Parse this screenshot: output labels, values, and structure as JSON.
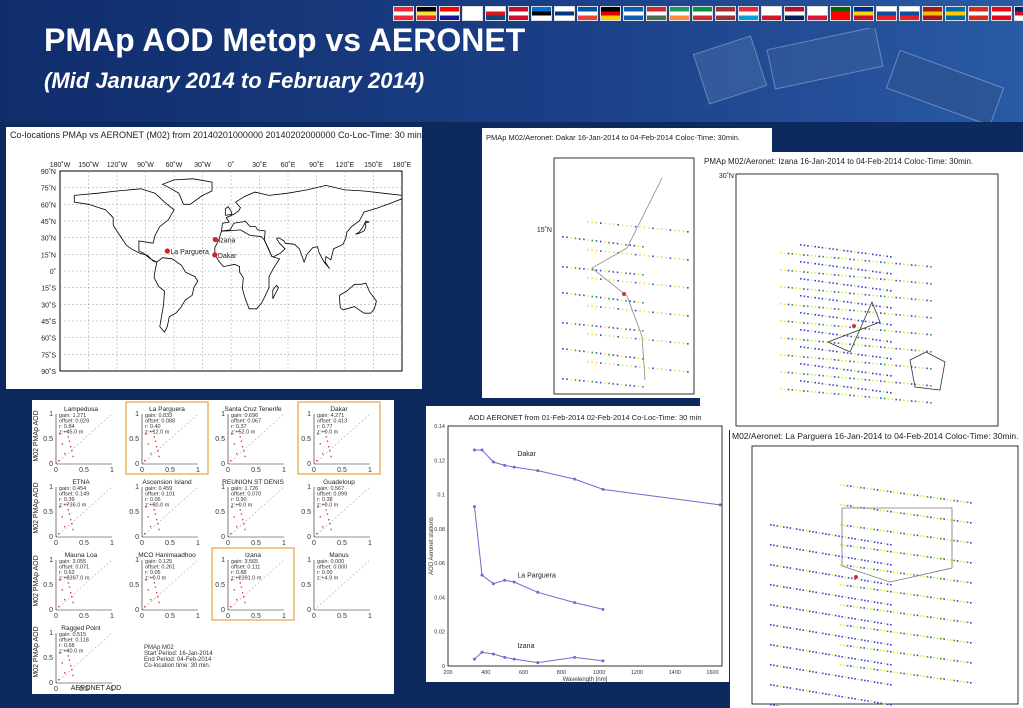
{
  "slide": {
    "title": "PMAp AOD Metop vs AERONET",
    "subtitle": "(Mid January 2014 to February 2014)"
  },
  "colors": {
    "header": "#1b3f86",
    "highlight_border": "#e8a33a",
    "series_line": "#6c6cd0"
  },
  "flags": [
    "at",
    "be",
    "hr",
    "cy",
    "cz",
    "dk",
    "ee",
    "fi",
    "fr",
    "de",
    "gr",
    "hu",
    "ie",
    "it",
    "lv",
    "lu",
    "mt",
    "no",
    "pl",
    "pt",
    "ro",
    "sk",
    "si",
    "es",
    "se",
    "ch",
    "tr",
    "gb"
  ],
  "map_panel": {
    "title": "Co-locations PMAp vs AERONET (M02) from 20140201000000 20140202000000  Co-Loc-Time: 30 min",
    "lon_labels": [
      "180˚W",
      "150˚W",
      "120˚W",
      "90˚W",
      "60˚W",
      "30˚W",
      "0˚",
      "30˚E",
      "60˚E",
      "90˚E",
      "120˚E",
      "150˚E",
      "180˚E"
    ],
    "lat_labels": [
      "90˚N",
      "75˚N",
      "60˚N",
      "45˚N",
      "30˚N",
      "15˚N",
      "0˚",
      "15˚S",
      "30˚S",
      "45˚S",
      "60˚S",
      "75˚S",
      "90˚S"
    ],
    "stations": [
      {
        "name": "Izana",
        "lon": -16.5,
        "lat": 28.3
      },
      {
        "name": "La Parguera",
        "lon": -67.0,
        "lat": 18.0
      },
      {
        "name": "Dakar",
        "lon": -17.0,
        "lat": 14.5
      }
    ]
  },
  "dakar_panel": {
    "title": "PMAp M02/Aeronet: Dakar 16-Jan-2014 to 04-Feb-2014 Coloc-Time: 30min.",
    "lat_label": "15˚N"
  },
  "izana_panel": {
    "title": "PMAp M02/Aeronet: Izana 16-Jan-2014 to 04-Feb-2014 Coloc-Time: 30min.",
    "lat_label": "30˚N"
  },
  "parguera_panel": {
    "title": "M02/Aeronet: La Parguera 16-Jan-2014 to 04-Feb-2014 Coloc-Time: 30min."
  },
  "scatter_grid": {
    "ylabel": "M02 PMAp AOD",
    "xlabel": "AERONET AOD",
    "y_ticks": [
      "0",
      "0.5",
      "1"
    ],
    "x_ticks": [
      "0",
      "0.5",
      "1"
    ],
    "cells": [
      {
        "name": "Lampedusa",
        "stats": [
          "gain: 1.271",
          "offset: 0.029",
          "r: 0.84",
          "z:+45.0 m"
        ],
        "highlight": false
      },
      {
        "name": "La Parguera",
        "stats": [
          "gain: 0.833",
          "offset: 0.088",
          "r: 0.40",
          "z:+12.0 m"
        ],
        "highlight": true
      },
      {
        "name": "Santa Cruz Tenerife",
        "stats": [
          "gain: 0.696",
          "offset: 0.067",
          "r: 0.37",
          "z:+52.0 m"
        ],
        "highlight": false
      },
      {
        "name": "Dakar",
        "stats": [
          "gain: 4.271",
          "offset: 0.413",
          "r: 0.77",
          "z:+0.0 m"
        ],
        "highlight": true
      },
      {
        "name": "ETNA",
        "stats": [
          "gain: 0.454",
          "offset: 0.149",
          "r: 0.39",
          "z:+736.0 m"
        ],
        "highlight": false
      },
      {
        "name": "Ascension Island",
        "stats": [
          "gain: 0.459",
          "offset: 0.101",
          "r: 0.06",
          "z:+30.0 m"
        ],
        "highlight": false
      },
      {
        "name": "REUNION ST DENIS",
        "stats": [
          "gain: 1.726",
          "offset: 0.070",
          "r: 0.90",
          "z:+0.0 m"
        ],
        "highlight": false
      },
      {
        "name": "Guadeloup",
        "stats": [
          "gain: 0.567",
          "offset: 0.099",
          "r: 0.38",
          "z:+0.0 m"
        ],
        "highlight": false
      },
      {
        "name": "Mauna Loa",
        "stats": [
          "gain: 3.055",
          "offset: 0.071",
          "r: 0.63",
          "z:+3397.0 m"
        ],
        "highlight": false
      },
      {
        "name": "MCO Hanimaadhoo",
        "stats": [
          "gain: 0.125",
          "offset: 0.261",
          "r: 0.05",
          "z:+0.0 m"
        ],
        "highlight": false
      },
      {
        "name": "Izana",
        "stats": [
          "gain: 3.565",
          "offset: 0.111",
          "r: 0.88",
          "z:+2391.0 m"
        ],
        "highlight": true
      },
      {
        "name": "Manus",
        "stats": [
          "gain: 0.000",
          "offset: 0.000",
          "r: 0.00",
          "z:+4.9 m"
        ],
        "highlight": false
      },
      {
        "name": "Ragged Point",
        "stats": [
          "gain: 0.515",
          "offset: 0.118",
          "r: 0.68",
          "z:+40.0 m"
        ],
        "highlight": false
      },
      {
        "name": "",
        "stats": [
          "PMAp M02",
          "Start Period: 16-Jan-2014",
          "End Period: 04-Feb-2014",
          "Co-location time: 30 min."
        ],
        "highlight": false,
        "info": true
      }
    ]
  },
  "chart_data": {
    "type": "line",
    "title": "AOD AERONET from 01-Feb-2014 02-Feb-2014  Co-Loc-Time: 30 min",
    "xlabel": "Wavelength [nm]",
    "ylabel": "AOD Aeronet stations",
    "xlim": [
      200,
      1650
    ],
    "ylim": [
      0,
      0.14
    ],
    "x_ticks": [
      200,
      400,
      600,
      800,
      1000,
      1200,
      1400,
      1600
    ],
    "y_ticks": [
      0,
      0.02,
      0.04,
      0.06,
      0.08,
      0.1,
      0.12,
      0.14
    ],
    "series": [
      {
        "name": "Dakar",
        "x": [
          340,
          380,
          440,
          500,
          550,
          675,
          870,
          1020,
          1640
        ],
        "y": [
          0.126,
          0.126,
          0.119,
          0.117,
          0.116,
          0.114,
          0.109,
          0.103,
          0.094
        ]
      },
      {
        "name": "La Parguera",
        "x": [
          340,
          380,
          440,
          500,
          550,
          675,
          870,
          1020
        ],
        "y": [
          0.093,
          0.053,
          0.048,
          0.05,
          0.049,
          0.043,
          0.037,
          0.033
        ]
      },
      {
        "name": "Izana",
        "x": [
          340,
          380,
          440,
          500,
          550,
          675,
          870,
          1020
        ],
        "y": [
          0.004,
          0.008,
          0.007,
          0.005,
          0.004,
          0.002,
          0.005,
          0.003
        ]
      }
    ]
  }
}
